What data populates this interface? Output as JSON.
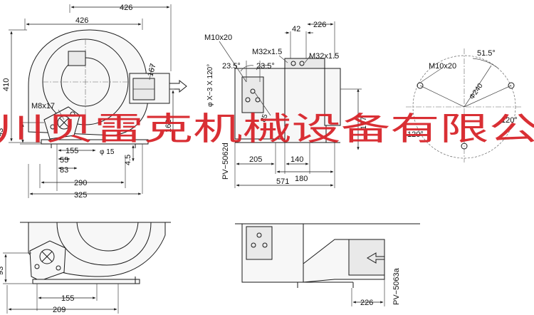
{
  "watermark": "川贝雷克机械设备有限公",
  "colors": {
    "line": "#1a1a1a",
    "watermark": "#d8242a",
    "background": "#ffffff"
  },
  "front_view": {
    "dims": {
      "overall_top": "426",
      "body_width": "426",
      "height": "410",
      "outlet_angle": "167",
      "outlet_height": "162",
      "foot_thread": "M8x17",
      "foot_height": "93",
      "hole_dia": "φ 15",
      "foot_span": "155",
      "foot_a": "55",
      "foot_b": "83",
      "foot_offset": "4.5",
      "base_width": "290",
      "base_overall": "325"
    }
  },
  "side_view": {
    "dims": {
      "flange_screw": "M10x20",
      "flange_holes": "φ X−3 X 120°",
      "angle_left": "23.5°",
      "angle_right": "23.5°",
      "port_thread_left": "M32x1.5",
      "port_thread_right": "M32x1.5",
      "port_spacing": "42",
      "port_offset": "226",
      "radius": "85",
      "shaft_height": "197",
      "len_205": "205",
      "len_140": "140",
      "len_180": "180",
      "overall_length": "571",
      "model_label": "PV−5062d"
    }
  },
  "flange_view": {
    "dims": {
      "screw": "M10x20",
      "angle_top": "51.5°",
      "pcd": "Φ240",
      "angle_left": "120°",
      "angle_right": "120°"
    }
  },
  "lower_front": {
    "dims": {
      "foot_height": "93",
      "foot_span": "155",
      "base_width": "209"
    }
  },
  "lower_side": {
    "dims": {
      "port_offset": "226",
      "model_label": "PV−5063a"
    }
  }
}
